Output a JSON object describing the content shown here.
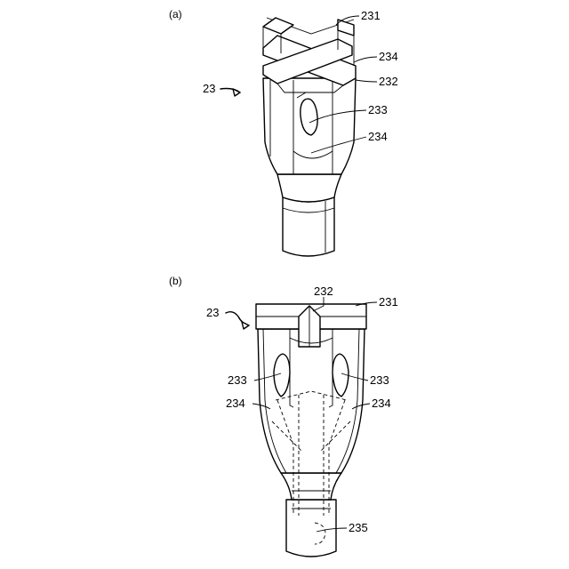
{
  "figure": {
    "view_a": {
      "label": "(a)",
      "ref_main": "23",
      "refs": [
        "231",
        "234",
        "232",
        "233",
        "234"
      ]
    },
    "view_b": {
      "label": "(b)",
      "ref_main": "23",
      "refs": [
        "232",
        "231",
        "233",
        "233",
        "234",
        "234",
        "235"
      ]
    }
  }
}
